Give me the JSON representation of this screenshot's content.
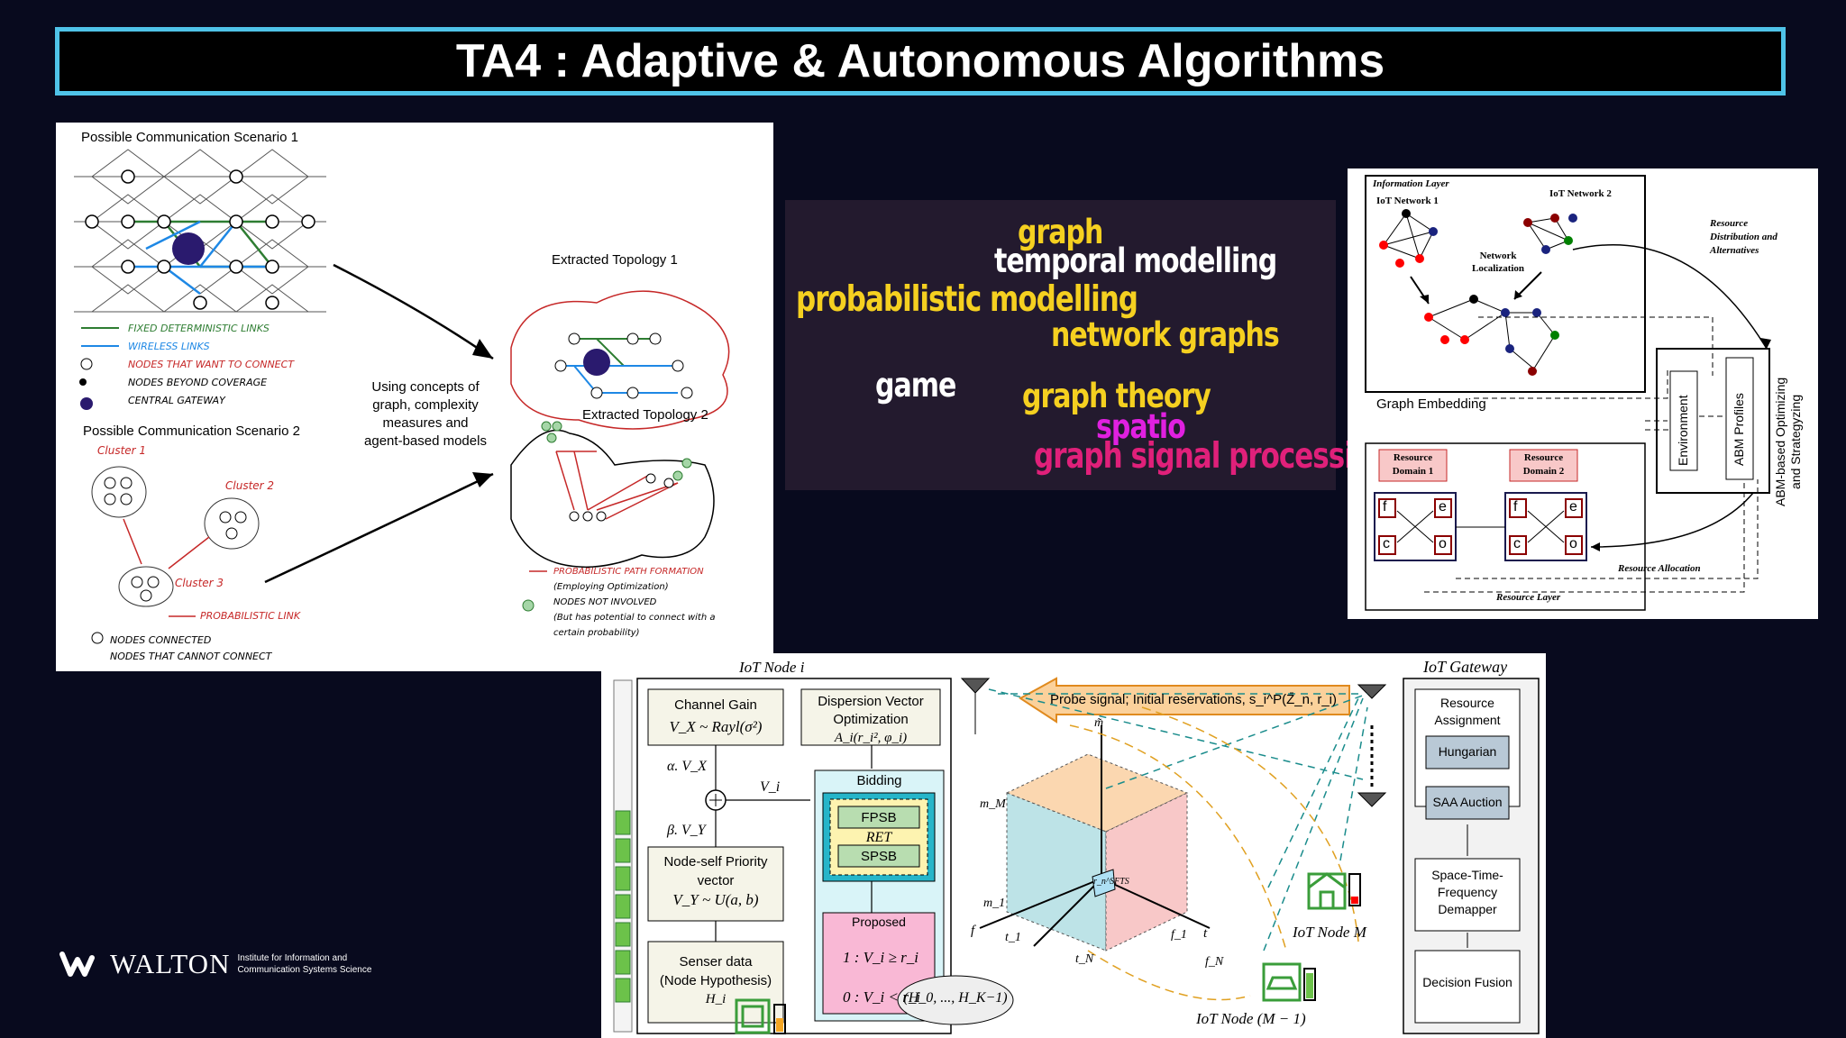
{
  "title": "TA4 : Adaptive & Autonomous Algorithms",
  "left_figure": {
    "scenario1": "Possible Communication Scenario 1",
    "scenario2": "Possible Communication Scenario 2",
    "topology1": "Extracted Topology 1",
    "topology2": "Extracted Topology 2",
    "middle_text": [
      "Using concepts of",
      "graph, complexity",
      "measures and",
      "agent-based models"
    ],
    "legend1": [
      "FIXED DETERMINISTIC LINKS",
      "WIRELESS LINKS",
      "NODES THAT WANT TO CONNECT",
      "NODES BEYOND COVERAGE",
      "CENTRAL GATEWAY"
    ],
    "clusters": [
      "Cluster 1",
      "Cluster 2",
      "Cluster 3"
    ],
    "legend2": [
      "PROBABILISTIC LINK",
      "NODES CONNECTED",
      "NODES THAT CANNOT CONNECT"
    ],
    "legend3": [
      "PROBABILISTIC PATH FORMATION",
      "(Employing Optimization)",
      "NODES NOT INVOLVED",
      "(But has potential to connect with a",
      "certain probability)"
    ]
  },
  "word_cloud": {
    "words": [
      {
        "text": "graph",
        "color": "#f5d020"
      },
      {
        "text": "temporal modelling",
        "color": "#ffffff"
      },
      {
        "text": "probabilistic modelling",
        "color": "#f5d020"
      },
      {
        "text": "network graphs",
        "color": "#f5d020"
      },
      {
        "text": "game",
        "color": "#ffffff"
      },
      {
        "text": "graph theory",
        "color": "#f5d020"
      },
      {
        "text": "spatio",
        "color": "#e020e0"
      },
      {
        "text": "graph signal processing",
        "color": "#e0207a"
      }
    ]
  },
  "right_figure": {
    "information_layer": "Information Layer",
    "iot_network_1": "IoT Network 1",
    "iot_network_2": "IoT Network 2",
    "network_localization": [
      "Network",
      "Localization"
    ],
    "graph_embedding": "Graph Embedding",
    "resource_distribution": [
      "Resource",
      "Distribution and",
      "Alternatives"
    ],
    "abm_side": [
      "ABM-based Optimizing",
      "and Strategyzing"
    ],
    "environment": "Environment",
    "abm_profiles": "ABM Profiles",
    "resource_domain_1": [
      "Resource",
      "Domain 1"
    ],
    "resource_domain_2": [
      "Resource",
      "Domain 2"
    ],
    "domain_cells": [
      "f",
      "e",
      "c",
      "o"
    ],
    "resource_allocation": "Resource Allocation",
    "resource_layer": "Resource Layer"
  },
  "bottom_figure": {
    "iot_node_i": "IoT Node i",
    "iot_gateway": "IoT Gateway",
    "channel_gain": [
      "Channel Gain",
      "V_X ~ Rayl(σ²)"
    ],
    "dispersion": [
      "Dispersion Vector",
      "Optimization",
      "A_i(r_i², φ_i)"
    ],
    "alpha": "α. V_X",
    "beta": "β. V_Y",
    "vi": "V_i",
    "node_self": [
      "Node-self Priority",
      "vector",
      "V_Y ~ U(a, b)"
    ],
    "senser": [
      "Senser data",
      "(Node Hypothesis)",
      "H_i"
    ],
    "bidding": "Bidding",
    "fpsb": "FPSB",
    "ret": "RET",
    "spsb": "SPSB",
    "proposed": "Proposed",
    "proposed_cases": [
      "1 : V_i ≥ r_i",
      "0 : V_i < r_i"
    ],
    "probe_signal": "Probe signal; Initial reservations, s_i^P(Z̄_n, r_i)",
    "resource_assignment": [
      "Resource",
      "Assignment"
    ],
    "hungarian": "Hungarian",
    "saa_auction": "SAA Auction",
    "demapper": [
      "Space-Time-",
      "Frequency",
      "Demapper"
    ],
    "decision_fusion": "Decision Fusion",
    "iot_node_m": "IoT Node M",
    "iot_node_m1": "IoT Node (M − 1)",
    "hypotheses": "(H_0, ..., H_K−1)",
    "axis_labels": [
      "m̃",
      "m_M",
      "m_1",
      "f",
      "f_1",
      "f_N",
      "t",
      "t_1",
      "t_N",
      "r_n^SFTS"
    ]
  },
  "logo": {
    "name": "WALTON",
    "subtitle": [
      "Institute for Information and",
      "Communication Systems Science"
    ]
  }
}
